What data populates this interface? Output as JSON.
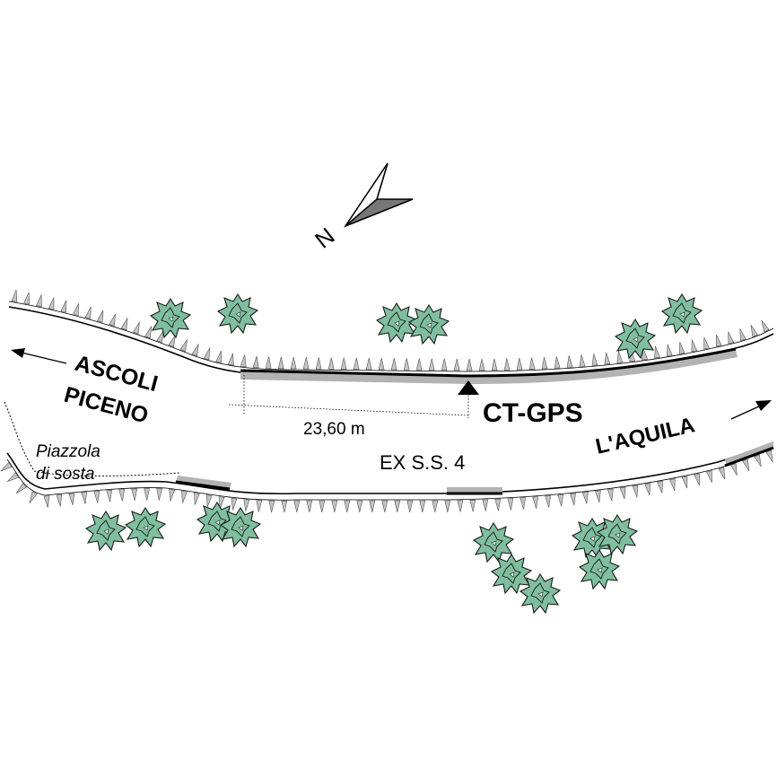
{
  "north_arrow": {
    "letter": "N",
    "icon": "north-arrow-icon"
  },
  "destinations": {
    "west": {
      "line1": "ASCOLI",
      "line2": "PICENO"
    },
    "east": {
      "label": "L'AQUILA"
    }
  },
  "station": {
    "label": "CT-GPS",
    "icon": "triangle-marker-icon"
  },
  "measurement": {
    "distance": "23,60 m"
  },
  "road": {
    "name": "EX S.S. 4"
  },
  "lay_by": {
    "line1": "Piazzola",
    "line2": "di sosta"
  },
  "colors": {
    "tree_fill": "#7fbf9f",
    "guardrail_fill": "#b3b3b3",
    "line": "#000000"
  }
}
